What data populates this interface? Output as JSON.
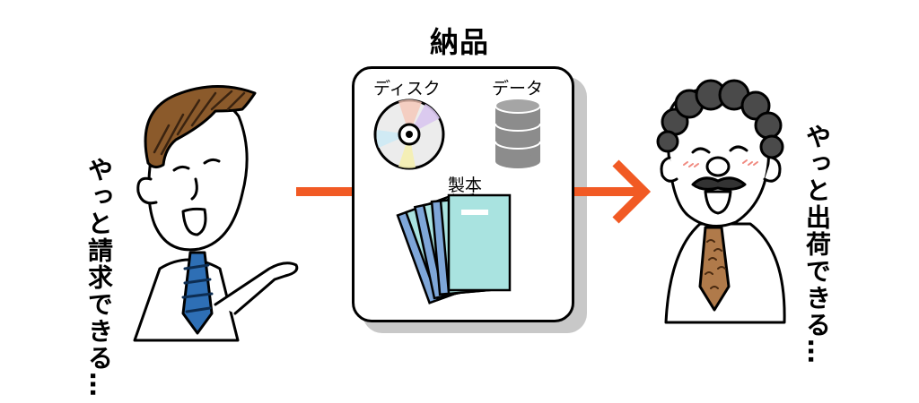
{
  "title": "納品",
  "items": {
    "disc": "ディスク",
    "data": "データ",
    "book": "製本"
  },
  "left_speech": "やっと請求できる…",
  "right_speech": "やっと出荷できる…",
  "colors": {
    "arrow": "#f15a24",
    "cyan_book": "#a9e3e0",
    "blue_book": "#7ea6d8",
    "hair_brown": "#8b5a2b",
    "tie_blue": "#2e6fb5",
    "tie_brown": "#b07a4a",
    "db_gray": "#8c8c8c"
  }
}
